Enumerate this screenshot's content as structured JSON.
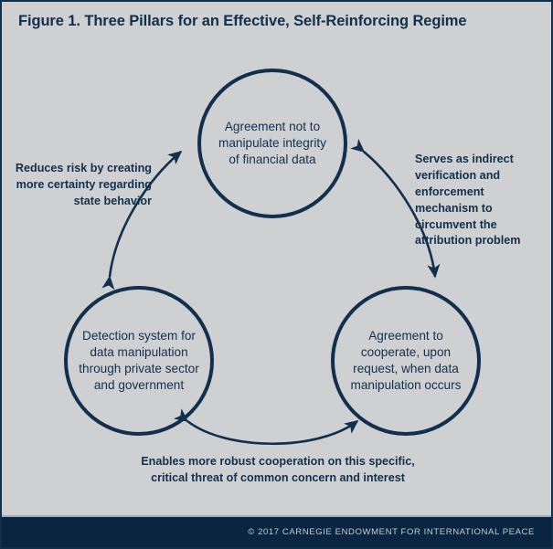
{
  "figure": {
    "title": "Figure 1. Three Pillars for an Effective, Self-Reinforcing Regime",
    "background_color": "#cfd0d1",
    "accent_color": "#11304d",
    "footer_color": "#0a2540"
  },
  "nodes": [
    {
      "id": "top",
      "label": "Agreement not to manipulate integrity of financial data"
    },
    {
      "id": "left",
      "label": "Detection system for data manipulation through private sector and government"
    },
    {
      "id": "right",
      "label": "Agreement to cooperate, upon request, when data manipulation occurs"
    }
  ],
  "edges": [
    {
      "id": "left-edge",
      "label": "Reduces risk by creating more certainty regarding state behavior",
      "arrow": "double-headed-curved"
    },
    {
      "id": "right-edge",
      "label": "Serves as indirect verification and enforcement mechanism to circumvent the attribution problem",
      "arrow": "double-headed-curved"
    },
    {
      "id": "bottom-edge",
      "label": "Enables more robust cooperation on this specific, critical threat of common concern and interest",
      "arrow": "double-headed-curved"
    }
  ],
  "footer": {
    "credit": "© 2017 CARNEGIE ENDOWMENT FOR INTERNATIONAL PEACE"
  }
}
